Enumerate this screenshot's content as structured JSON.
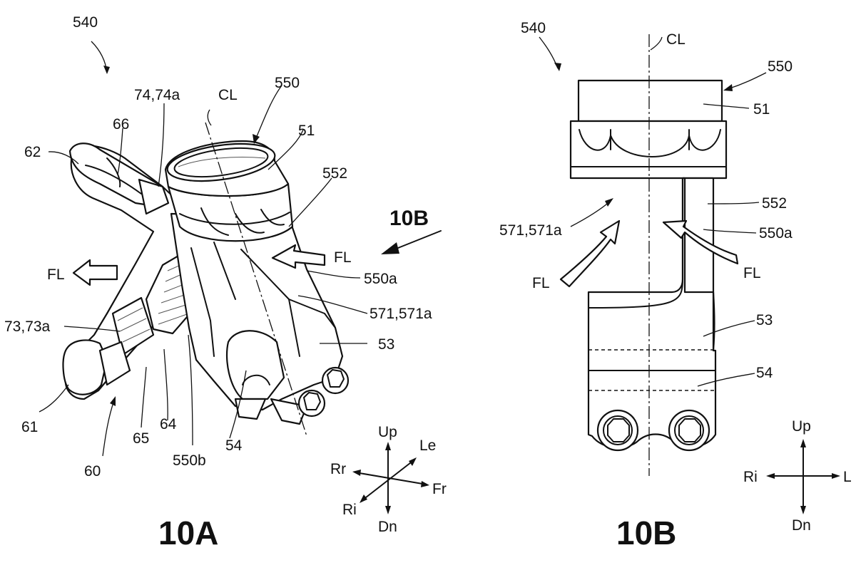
{
  "figures": {
    "left": {
      "title": "10A"
    },
    "right": {
      "title": "10B"
    }
  },
  "labels_10a": {
    "ref_540": "540",
    "ref_550": "550",
    "cl": "CL",
    "ref_74": "74,74a",
    "ref_66": "66",
    "ref_62": "62",
    "ref_51": "51",
    "ref_552": "552",
    "view_10b": "10B",
    "fl_body": "FL",
    "fl_arrow": "FL",
    "ref_550a": "550a",
    "ref_571": "571,571a",
    "ref_73": "73,73a",
    "ref_53": "53",
    "ref_61": "61",
    "ref_65": "65",
    "ref_64": "64",
    "ref_550b": "550b",
    "ref_54": "54",
    "ref_60": "60"
  },
  "compass_10a": {
    "up": "Up",
    "dn": "Dn",
    "rr": "Rr",
    "fr": "Fr",
    "le": "Le",
    "ri": "Ri"
  },
  "labels_10b": {
    "ref_540": "540",
    "cl": "CL",
    "ref_550": "550",
    "ref_51": "51",
    "ref_552": "552",
    "ref_571": "571,571a",
    "ref_550a": "550a",
    "fl_left": "FL",
    "fl_right": "FL",
    "ref_53": "53",
    "ref_54": "54"
  },
  "compass_10b": {
    "up": "Up",
    "dn": "Dn",
    "ri": "Ri",
    "l": "L"
  },
  "colors": {
    "ink": "#111111",
    "paper": "#ffffff"
  }
}
